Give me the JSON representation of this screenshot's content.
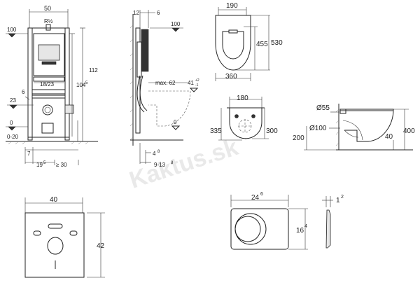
{
  "watermark": "Kaktus.sk",
  "frame_front": {
    "width": "50",
    "thread": "R½",
    "top_level": "100",
    "height_total": "112",
    "height_inner_a": "104",
    "height_inner_a_sup": "5",
    "button_offset": "18/23",
    "left_offset": "6",
    "axis_23": "23",
    "floor_zero": "0",
    "floor_range": "0-20",
    "bottom_left_a": "7",
    "bottom_left_b": "19",
    "bottom_left_b_sup": "5",
    "bottom_right": "≥ 30"
  },
  "frame_side": {
    "top_a": "12",
    "top_b": "6",
    "level_100": "100",
    "max_depth": "max. 62",
    "pan_height": "41",
    "pan_tol_plus": "+2",
    "pan_tol_minus": "-1",
    "floor_zero": "0",
    "bottom_a": "4",
    "bottom_a_sup": "8",
    "bottom_b": "9-13",
    "bottom_b_sup": "8"
  },
  "bowl_top": {
    "width_top": "190",
    "depth_seat": "455",
    "depth_total": "530",
    "width_base": "360"
  },
  "bowl_front": {
    "width": "180",
    "height_left": "335",
    "height_right": "300"
  },
  "bowl_side": {
    "dia_small": "Ø55",
    "dia_big": "Ø100",
    "height_left": "200",
    "height_right": "400",
    "offset_bottom": "40"
  },
  "plate": {
    "width": "40",
    "height": "42"
  },
  "flush_plate": {
    "width": "24",
    "width_sup": "6",
    "height": "16",
    "height_sup": "4",
    "thickness": "1",
    "thickness_sup": "2"
  }
}
